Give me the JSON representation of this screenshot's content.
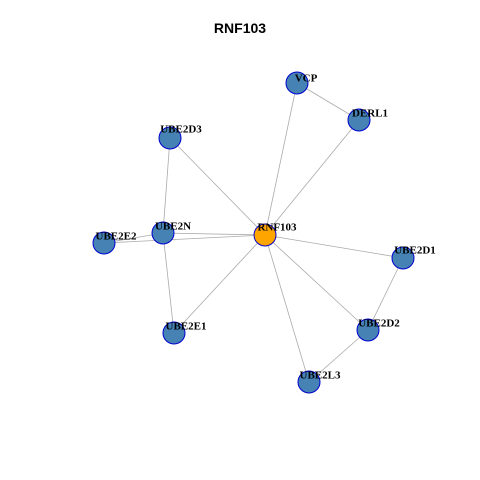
{
  "title": "RNF103",
  "colors": {
    "hub_fill": "#FFA500",
    "node_fill": "#4682B4",
    "node_stroke": "#0000CD",
    "edge": "#AAAAAA"
  },
  "nodes": [
    {
      "id": "RNF103",
      "label": "RNF103",
      "hub": true
    },
    {
      "id": "VCP",
      "label": "VCP"
    },
    {
      "id": "DERL1",
      "label": "DERL1"
    },
    {
      "id": "UBE2D3",
      "label": "UBE2D3"
    },
    {
      "id": "UBE2N",
      "label": "UBE2N"
    },
    {
      "id": "UBE2E2",
      "label": "UBE2E2"
    },
    {
      "id": "UBE2E1",
      "label": "UBE2E1"
    },
    {
      "id": "UBE2D1",
      "label": "UBE2D1"
    },
    {
      "id": "UBE2D2",
      "label": "UBE2D2"
    },
    {
      "id": "UBE2L3",
      "label": "UBE2L3"
    }
  ],
  "edges": [
    [
      "RNF103",
      "VCP"
    ],
    [
      "RNF103",
      "DERL1"
    ],
    [
      "VCP",
      "DERL1"
    ],
    [
      "RNF103",
      "UBE2D3"
    ],
    [
      "RNF103",
      "UBE2N"
    ],
    [
      "RNF103",
      "UBE2E2"
    ],
    [
      "RNF103",
      "UBE2E1"
    ],
    [
      "RNF103",
      "UBE2D1"
    ],
    [
      "RNF103",
      "UBE2D2"
    ],
    [
      "RNF103",
      "UBE2L3"
    ],
    [
      "UBE2D3",
      "UBE2N"
    ],
    [
      "UBE2N",
      "UBE2E2"
    ],
    [
      "UBE2N",
      "UBE2E1"
    ],
    [
      "UBE2D1",
      "UBE2D2"
    ],
    [
      "UBE2D2",
      "UBE2L3"
    ]
  ]
}
